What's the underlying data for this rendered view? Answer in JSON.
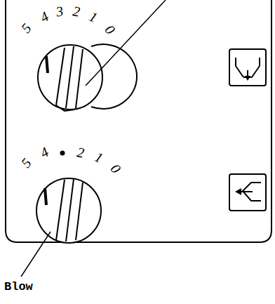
{
  "diagram": {
    "labels": [
      "5",
      "4",
      "3",
      "2",
      "1",
      "0",
      "5",
      "4",
      "2",
      "1",
      "0",
      "Blow"
    ]
  }
}
